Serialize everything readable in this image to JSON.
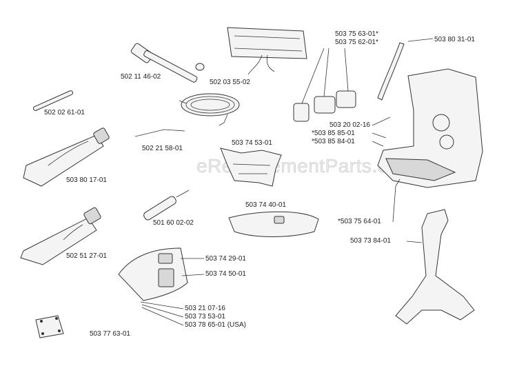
{
  "watermark": "eReplacementParts.com",
  "labels": {
    "p502_11_46_02": "502 11 46-02",
    "p502_03_55_02": "502 03 55-02",
    "p502_02_61_01": "502 02 61-01",
    "p502_21_58_01": "502 21 58-01",
    "p503_80_17_01": "503 80 17-01",
    "p503_74_53_01": "503 74 53-01",
    "p503_75_63_01": "503 75 63-01*",
    "p503_75_62_01": "503 75 62-01*",
    "p503_80_31_01": "503 80 31-01",
    "p503_20_02_16": "503 20 02-16",
    "p503_85_85_01": "*503 85 85-01",
    "p503_85_84_01": "*503 85 84-01",
    "p501_60_02_02": "501 60 02-02",
    "p503_74_40_01": "503 74 40-01",
    "p503_75_64_01": "*503 75 64-01",
    "p503_73_84_01": "503 73 84-01",
    "p502_51_27_01": "502 51 27-01",
    "p503_74_29_01": "503 74 29-01",
    "p503_74_50_01": "503 74 50-01",
    "p503_21_07_16": "503 21 07-16",
    "p503_73_53_01": "503 73 53-01",
    "p503_78_65_01": "503 78 65-01 (USA)",
    "p503_77_63_01": "503 77 63-01"
  }
}
